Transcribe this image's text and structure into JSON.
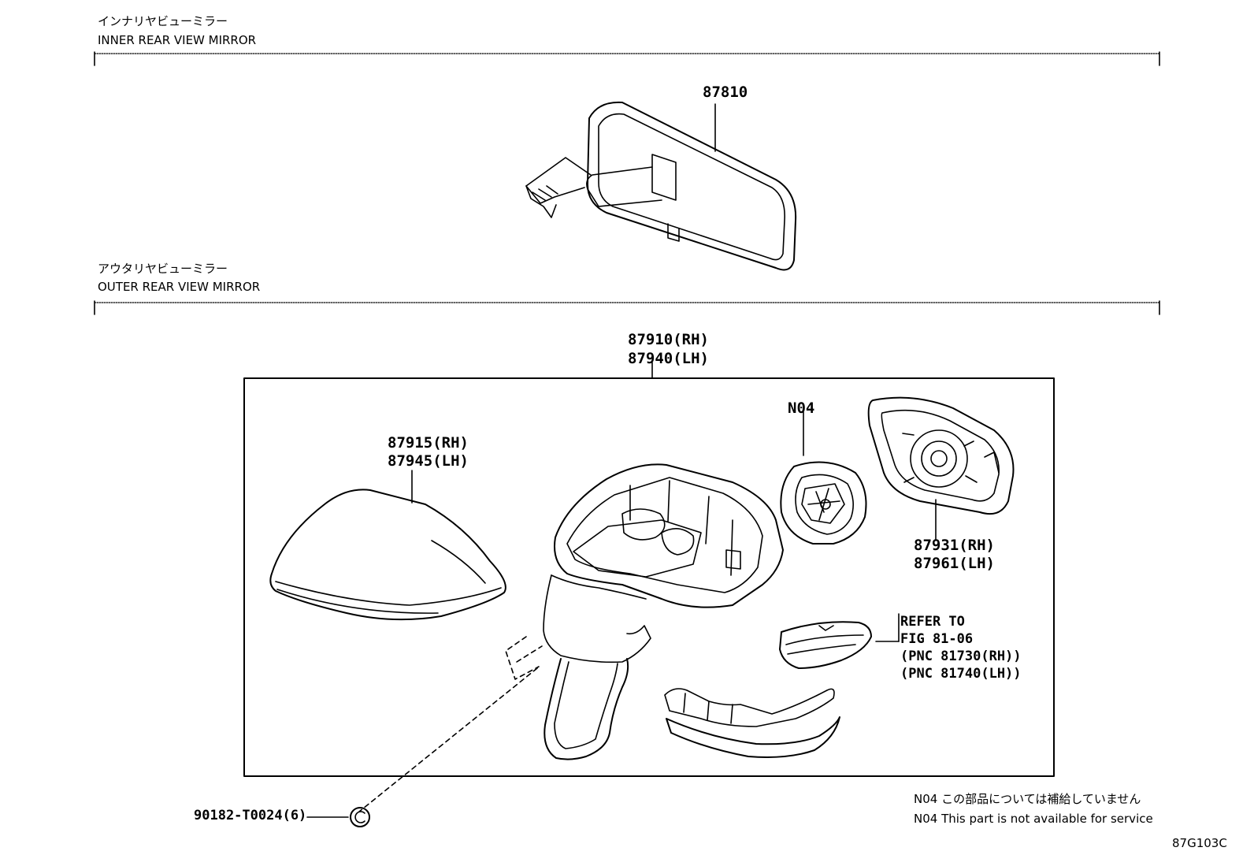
{
  "sections": {
    "inner": {
      "title_jp": "インナリヤビューミラー",
      "title_en": "INNER REAR VIEW MIRROR"
    },
    "outer": {
      "title_jp": "アウタリヤビューミラー",
      "title_en": "OUTER REAR VIEW MIRROR"
    }
  },
  "parts": {
    "inner_mirror": "87810",
    "outer_assembly_rh": "87910(RH)",
    "outer_assembly_lh": "87940(LH)",
    "cover_rh": "87915(RH)",
    "cover_lh": "87945(LH)",
    "actuator": "N04",
    "mirror_glass_rh": "87931(RH)",
    "mirror_glass_lh": "87961(LH)",
    "screw": "90182-T0024(6)"
  },
  "reference": {
    "line1": "REFER TO",
    "line2": "FIG 81-06",
    "line3": "(PNC 81730(RH))",
    "line4": "(PNC 81740(LH))"
  },
  "notes": {
    "jp": "N04 この部品については補給していません",
    "en": "N04 This part is not available for service"
  },
  "figure_code": "87G103C"
}
